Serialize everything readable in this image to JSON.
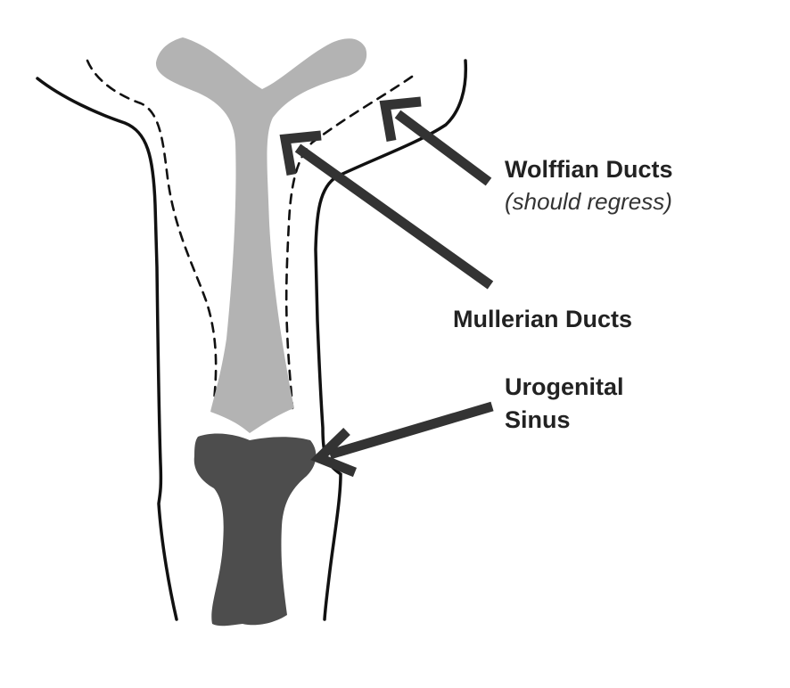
{
  "labels": {
    "wolffian": "Wolffian Ducts",
    "wolffian_note": "(should regress)",
    "mullerian": "Mullerian Ducts",
    "urogenital_line1": "Urogenital",
    "urogenital_line2": "Sinus"
  },
  "colors": {
    "outline": "#111111",
    "mullerian_fill": "#b3b3b3",
    "sinus_fill": "#4d4d4d",
    "arrow": "#333333",
    "background": "#ffffff"
  }
}
